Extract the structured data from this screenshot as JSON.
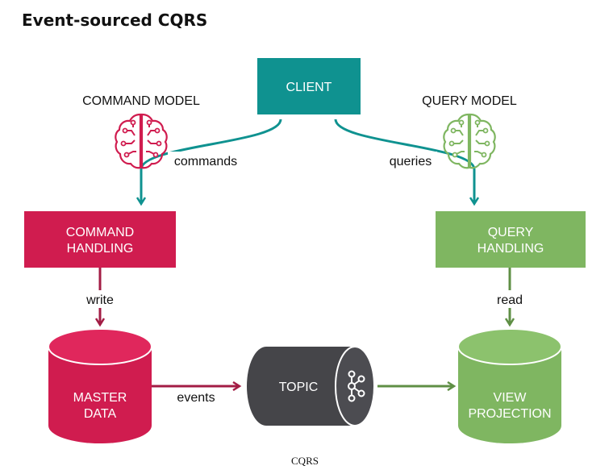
{
  "title": "Event-sourced CQRS",
  "caption": "CQRS",
  "colors": {
    "teal": "#0f9290",
    "red": "#d01c4f",
    "green": "#7fb661",
    "dark": "#454549"
  },
  "nodes": {
    "client": {
      "label": "CLIENT"
    },
    "command_model": {
      "label": "COMMAND MODEL",
      "icon": "brain-circuit-icon"
    },
    "query_model": {
      "label": "QUERY MODEL",
      "icon": "brain-circuit-icon"
    },
    "command_handling": {
      "line1": "COMMAND",
      "line2": "HANDLING"
    },
    "query_handling": {
      "line1": "QUERY",
      "line2": "HANDLING"
    },
    "master_data": {
      "line1": "MASTER",
      "line2": "DATA"
    },
    "topic": {
      "label": "TOPIC",
      "icon": "kafka-icon"
    },
    "view_projection": {
      "line1": "VIEW",
      "line2": "PROJECTION"
    }
  },
  "edges": {
    "commands": "commands",
    "queries": "queries",
    "write": "write",
    "read": "read",
    "events": "events"
  }
}
